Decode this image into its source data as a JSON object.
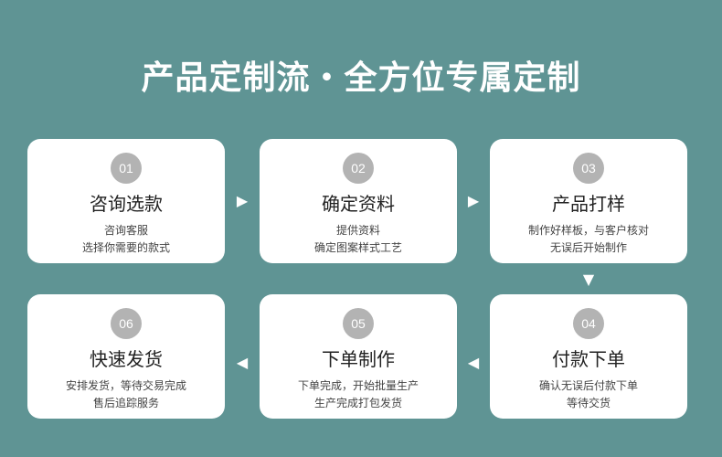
{
  "title": "产品定制流・全方位专属定制",
  "steps": [
    {
      "num": "01",
      "title": "咨询选款",
      "lines": [
        "咨询客服",
        "选择你需要的款式"
      ]
    },
    {
      "num": "02",
      "title": "确定资料",
      "lines": [
        "提供资料",
        "确定图案样式工艺"
      ]
    },
    {
      "num": "03",
      "title": "产品打样",
      "lines": [
        "制作好样板，与客户核对",
        "无误后开始制作"
      ]
    },
    {
      "num": "04",
      "title": "付款下单",
      "lines": [
        "确认无误后付款下单",
        "等待交货"
      ]
    },
    {
      "num": "05",
      "title": "下单制作",
      "lines": [
        "下单完成，开始批量生产",
        "生产完成打包发货"
      ]
    },
    {
      "num": "06",
      "title": "快速发货",
      "lines": [
        "安排发货，等待交易完成",
        "售后追踪服务"
      ]
    }
  ],
  "icons": {
    "arrow_right": "arrow-right-icon",
    "arrow_down": "arrow-down-icon",
    "arrow_left": "arrow-left-icon"
  },
  "colors": {
    "background": "#5f9494",
    "card": "#ffffff",
    "number_badge": "#b3b3b3"
  }
}
